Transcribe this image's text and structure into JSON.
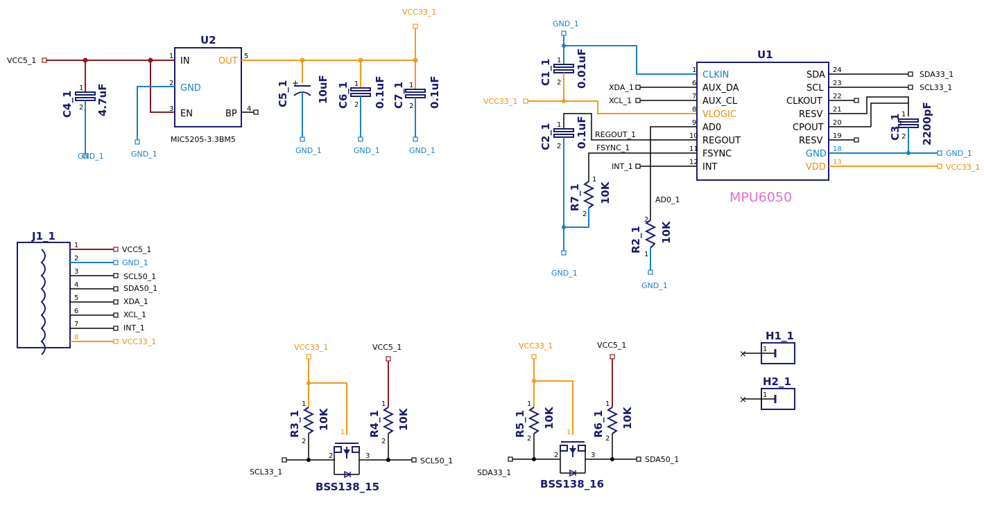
{
  "nets": {
    "vcc5": "VCC5_1",
    "vcc33": "VCC33_1",
    "gnd": "GND_1",
    "sda33": "SDA33_1",
    "scl33": "SCL33_1",
    "scl50": "SCL50_1",
    "sda50": "SDA50_1",
    "xda": "XDA_1",
    "xcl": "XCL_1",
    "int": "INT_1",
    "regout": "REGOUT_1",
    "fsync": "FSYNC_1",
    "ad0": "AD0_1"
  },
  "u2": {
    "ref": "U2",
    "part": "MIC5205-3.3BM5",
    "pins": [
      {
        "num": "1",
        "name": "IN"
      },
      {
        "num": "2",
        "name": "GND"
      },
      {
        "num": "3",
        "name": "EN"
      },
      {
        "num": "5",
        "name": "OUT"
      },
      {
        "num": "4",
        "name": "BP"
      }
    ]
  },
  "u1": {
    "ref": "U1",
    "part": "MPU6050",
    "left_pins": [
      {
        "num": "1",
        "name": "CLKIN"
      },
      {
        "num": "6",
        "name": "AUX_DA"
      },
      {
        "num": "7",
        "name": "AUX_CL"
      },
      {
        "num": "8",
        "name": "VLOGIC"
      },
      {
        "num": "9",
        "name": "AD0"
      },
      {
        "num": "10",
        "name": "REGOUT"
      },
      {
        "num": "11",
        "name": "FSYNC"
      },
      {
        "num": "12",
        "name": "INT"
      }
    ],
    "right_pins": [
      {
        "num": "24",
        "name": "SDA"
      },
      {
        "num": "23",
        "name": "SCL"
      },
      {
        "num": "22",
        "name": "CLKOUT"
      },
      {
        "num": "21",
        "name": "RESV"
      },
      {
        "num": "20",
        "name": "CPOUT"
      },
      {
        "num": "19",
        "name": "RESV"
      },
      {
        "num": "18",
        "name": "GND"
      },
      {
        "num": "13",
        "name": "VDD"
      }
    ]
  },
  "caps": {
    "c4": {
      "ref": "C4_1",
      "value": "4.7uF"
    },
    "c5": {
      "ref": "C5_1",
      "value": "10uF"
    },
    "c6": {
      "ref": "C6_1",
      "value": "0.1uF"
    },
    "c7": {
      "ref": "C7_1",
      "value": "0.1uF"
    },
    "c1": {
      "ref": "C1_1",
      "value": "0.01uF"
    },
    "c2": {
      "ref": "C2_1",
      "value": "0.1uF"
    },
    "c3": {
      "ref": "C3_1",
      "value": "2200pF"
    }
  },
  "resistors": {
    "r7": {
      "ref": "R7_1",
      "value": "10K"
    },
    "r2": {
      "ref": "R2_1",
      "value": "10K"
    },
    "r3": {
      "ref": "R3_1",
      "value": "10K"
    },
    "r4": {
      "ref": "R4_1",
      "value": "10K"
    },
    "r5": {
      "ref": "R5_1",
      "value": "10K"
    },
    "r6": {
      "ref": "R6_1",
      "value": "10K"
    }
  },
  "j1": {
    "ref": "J1_1",
    "pins": [
      {
        "num": "1",
        "net": "VCC5_1"
      },
      {
        "num": "2",
        "net": "GND_1"
      },
      {
        "num": "3",
        "net": "SCL50_1"
      },
      {
        "num": "4",
        "net": "SDA50_1"
      },
      {
        "num": "5",
        "net": "XDA_1"
      },
      {
        "num": "6",
        "net": "XCL_1"
      },
      {
        "num": "7",
        "net": "INT_1"
      },
      {
        "num": "8",
        "net": "VCC33_1"
      }
    ]
  },
  "mosfets": {
    "q15": {
      "ref": "BSS138_15"
    },
    "q16": {
      "ref": "BSS138_16"
    }
  },
  "holes": {
    "h1": {
      "ref": "H1_1"
    },
    "h2": {
      "ref": "H2_1"
    }
  },
  "pin_small": {
    "one": "1",
    "two": "2",
    "three": "3"
  },
  "colors": {
    "power5": "#8b1a1a",
    "power33": "#f29a1f",
    "ground": "#1a7fc7",
    "component": "#1a1a6e",
    "title": "#e070d0"
  }
}
